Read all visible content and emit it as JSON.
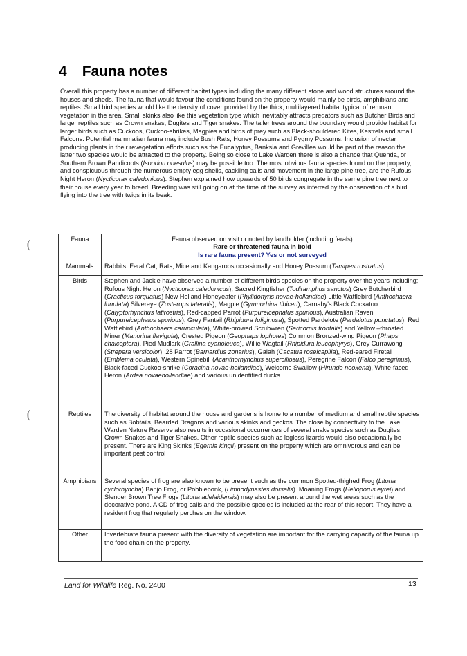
{
  "heading": {
    "number": "4",
    "title": "Fauna notes"
  },
  "intro": [
    {
      "t": "Overall this property has a number of different habitat types including the many different stone and wood structures around the houses and sheds. The fauna that would favour the conditions found on the property would mainly be birds, amphibians and reptiles. Small bird species would like the density of cover provided by the thick, multilayered habitat typical of remnant vegetation in the area. Small skinks also like this vegetation type which inevitably attracts predators such as Butcher Birds and larger reptiles such as Crown snakes, Dugites and Tiger snakes. The taller trees around the boundary would provide habitat for larger birds such as Cuckoos, Cuckoo-shrikes, Magpies and birds of prey such as Black-shouldered Kites, Kestrels and small Falcons. Potential mammalian fauna may include Bush Rats, Honey Possums and Pygmy Possums. Inclusion of nectar producing plants in their revegetation efforts such as the Eucalyptus, Banksia and Grevillea would be part of the reason the latter two species would be attracted to the property. Being so close to Lake Warden there is also a chance that Quenda, or Southern Brown Bandicoots (",
      "i": false
    },
    {
      "t": "Isoodon obesulus",
      "i": true
    },
    {
      "t": ") may be possible too. The most obvious fauna species found on the property, and conspicuous through the numerous empty egg shells, cackling calls and movement in the large pine tree, are the Rufous Night Heron (",
      "i": false
    },
    {
      "t": "Nycticorax caledonicus",
      "i": true
    },
    {
      "t": "). Stephen explained how upwards of 50 birds congregate in the same pine tree next to their house every year to breed. Breeding was still going on at the time of the survey as inferred by the observation of a bird flying into the tree with twigs in its beak.",
      "i": false
    }
  ],
  "table": {
    "header": {
      "col1": "Fauna",
      "line1": "Fauna observed on visit or noted by landholder (including ferals)",
      "line2": "Rare or threatened fauna in bold",
      "line3": "Is rare fauna present?  Yes or not surveyed"
    },
    "rows": [
      {
        "category": "Mammals",
        "segments": [
          {
            "t": "Rabbits, Feral Cat, Rats, Mice and Kangaroos occasionally and Honey Possum (",
            "i": false
          },
          {
            "t": "Tarsipes rostratus",
            "i": true
          },
          {
            "t": ")",
            "i": false
          }
        ]
      },
      {
        "category": "Birds",
        "segments": [
          {
            "t": "Stephen and Jackie have observed a number of different birds species on the property over the years including; Rufous Night Heron (",
            "i": false
          },
          {
            "t": "Nycticorax caledonicus",
            "i": true
          },
          {
            "t": "), Sacred Kingfisher (",
            "i": false
          },
          {
            "t": "Todiramphus sanctus",
            "i": true
          },
          {
            "t": ") Grey Butcherbird (",
            "i": false
          },
          {
            "t": "Cracticus torquatus",
            "i": true
          },
          {
            "t": ") New Holland Honeyeater (",
            "i": false
          },
          {
            "t": "Phylidonyris novae-hollandiae",
            "i": true
          },
          {
            "t": ") Little Wattlebird (",
            "i": false
          },
          {
            "t": "Anthochaera lunulata",
            "i": true
          },
          {
            "t": ") Silvereye (",
            "i": false
          },
          {
            "t": "Zosterops lateralis",
            "i": true
          },
          {
            "t": "), Magpie (",
            "i": false
          },
          {
            "t": "Gymnorhina tibicen",
            "i": true
          },
          {
            "t": "), Carnaby's Black Cockatoo (",
            "i": false
          },
          {
            "t": "Calyptorhynchus latirostris",
            "i": true
          },
          {
            "t": "), Red-capped Parrot (",
            "i": false
          },
          {
            "t": "Purpureicephalus spurious",
            "i": true
          },
          {
            "t": "), Australian Raven (",
            "i": false
          },
          {
            "t": "Purpureicephalus spurious",
            "i": true
          },
          {
            "t": "), Grey Fantail (",
            "i": false
          },
          {
            "t": "Rhipidura fuliginosa",
            "i": true
          },
          {
            "t": "), Spotted Pardelote (",
            "i": false
          },
          {
            "t": "Pardalotus punctatus",
            "i": true
          },
          {
            "t": "), Red Wattlebird (",
            "i": false
          },
          {
            "t": "Anthochaera carunculata",
            "i": true
          },
          {
            "t": "), White-browed Scrubwren (",
            "i": false
          },
          {
            "t": "Sericornis frontalis",
            "i": true
          },
          {
            "t": ") and Yellow –throated Miner (",
            "i": false
          },
          {
            "t": "Manorina flavigula",
            "i": true
          },
          {
            "t": "), Crested Pigeon (",
            "i": false
          },
          {
            "t": "Geophaps lophotes",
            "i": true
          },
          {
            "t": ") Common Bronzed-wing Pigeon (",
            "i": false
          },
          {
            "t": "Phaps chalcoptera",
            "i": true
          },
          {
            "t": "), Pied Mudlark (",
            "i": false
          },
          {
            "t": "Grallina cyanoleuca",
            "i": true
          },
          {
            "t": "), Willie Wagtail (",
            "i": false
          },
          {
            "t": "Rhipidura leucophyrys",
            "i": true
          },
          {
            "t": "), Grey Currawong (",
            "i": false
          },
          {
            "t": "Strepera versicolor",
            "i": true
          },
          {
            "t": "), 28 Parrot (",
            "i": false
          },
          {
            "t": "Barnardius zonarius",
            "i": true
          },
          {
            "t": "), Galah (",
            "i": false
          },
          {
            "t": "Cacatua roseicapilla",
            "i": true
          },
          {
            "t": "), Red-eared Firetail (",
            "i": false
          },
          {
            "t": "Emblema oculata",
            "i": true
          },
          {
            "t": "), Western Spinebill (",
            "i": false
          },
          {
            "t": "Acanthorhynchus superciliosus",
            "i": true
          },
          {
            "t": "), Peregrine Falcon (",
            "i": false
          },
          {
            "t": "Falco peregrinus",
            "i": true
          },
          {
            "t": "), Black-faced Cuckoo-shrike (",
            "i": false
          },
          {
            "t": "Coracina novae-hollandiae",
            "i": true
          },
          {
            "t": "), Welcome Swallow (",
            "i": false
          },
          {
            "t": "Hirundo neoxena",
            "i": true
          },
          {
            "t": "), White-faced Heron (",
            "i": false
          },
          {
            "t": "Ardea novaehollandiae",
            "i": true
          },
          {
            "t": ") and various unidentified ducks",
            "i": false
          }
        ]
      },
      {
        "category": "Reptiles",
        "segments": [
          {
            "t": "The diversity of habitat around the house and gardens is home to a number of medium and small reptile species such as Bobtails, Bearded Dragons and various skinks and geckos. The close by connectivity to the Lake Warden Nature Reserve also results in occasional occurrences of several snake species such as Dugites, Crown Snakes and Tiger Snakes. Other reptile species such as legless lizards would also occasionally be present. There are King Skinks (",
            "i": false
          },
          {
            "t": "Egernia kingii",
            "i": true
          },
          {
            "t": ") present on the property which are omnivorous and can be important pest control",
            "i": false
          }
        ]
      },
      {
        "category": "Amphibians",
        "segments": [
          {
            "t": "Several species of frog are also known to be present such as the common Spotted-thighed Frog (",
            "i": false
          },
          {
            "t": "Litoria cyclorhyncha",
            "i": true
          },
          {
            "t": ") Banjo Frog, or Pobblebonk, (",
            "i": false
          },
          {
            "t": "Limnodynastes dorsalis",
            "i": true
          },
          {
            "t": "). Moaning Frogs (",
            "i": false
          },
          {
            "t": "Helioporus eyrei",
            "i": true
          },
          {
            "t": ") and Slender Brown Tree Frogs (",
            "i": false
          },
          {
            "t": "Litoria adelaidensis",
            "i": true
          },
          {
            "t": ") may also be present around the wet areas such as the decorative pond.  A CD of frog calls and the possible species is included at the rear of this report. They have a resident frog that regularly perches on the window.",
            "i": false
          }
        ]
      },
      {
        "category": "Other",
        "segments": [
          {
            "t": "Invertebrate fauna present with the diversity of vegetation are important for the carrying capacity of the fauna up the food chain on the property.",
            "i": false
          }
        ]
      }
    ]
  },
  "footer": {
    "brand": "Land for Wildlife",
    "reg": " Reg. No. 2400",
    "page_number": "13"
  },
  "margin_marks": [
    "(",
    "("
  ]
}
